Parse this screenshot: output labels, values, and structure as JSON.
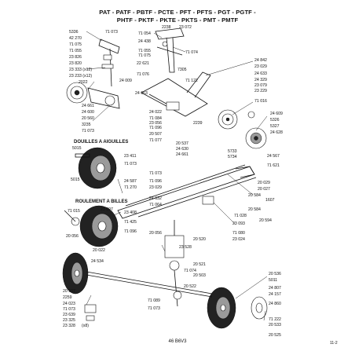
{
  "header": {
    "line1": "PAT - PATF - PBTF - PCTE - PFT - PFTS - PGT - PGTF -",
    "line2": "PHTF - PKTF - PKTE - PKTS - PMT - PMTF"
  },
  "sections": {
    "needle_bushings": "DOUILLES A AIGUILLES",
    "ball_bearing": "ROULEMENT A BILLES"
  },
  "footer": {
    "ref": "46 B6V3",
    "page": "11-2"
  },
  "labels": {
    "l01": "5336",
    "l02": "42 270",
    "l03": "71 075",
    "l04": "71 055",
    "l05": "23 826",
    "l06": "23 820",
    "l07": "23 333 (x12)",
    "l08": "23 233 (x12)",
    "l09": "2022",
    "l10": "24 661",
    "l11": "24 600",
    "l12": "20 560",
    "l13": "3235",
    "l14": "71 073",
    "l15": "71 073",
    "l16": "2238",
    "l17": "23 072",
    "l18": "71 054",
    "l19": "24 438",
    "l20": "71 055",
    "l21": "71 075",
    "l22": "71 074",
    "l23": "22 621",
    "l24": "7305",
    "l25": "24 009",
    "l26": "24 663",
    "l27": "71 076",
    "l28": "71 122",
    "l29": "24 842",
    "l30": "23 029",
    "l31": "24 633",
    "l32": "24 329",
    "l33": "23 079",
    "l34": "23 229",
    "l35": "71 016",
    "l36": "24 022",
    "l37": "71 084",
    "l38": "23 056",
    "l39": "71 096",
    "l40": "20 507",
    "l41": "71 077",
    "l42": "2239",
    "l43": "20 537",
    "l44": "24 630",
    "l45": "24 661",
    "l46": "24 609",
    "l47": "5326",
    "l48": "5327",
    "l49": "24 628",
    "l50": "5733",
    "l51": "5734",
    "l52": "24 567",
    "l53": "71 621",
    "l54": "5015",
    "l55": "5015",
    "l56": "23 411",
    "l57": "71 073",
    "l58": "24 587",
    "l59": "71 270",
    "l60": "71 073",
    "l61": "71 096",
    "l62": "23 029",
    "l63": "24 632",
    "l64": "71 064",
    "l65": "20 029",
    "l66": "20 027",
    "l67": "20 584",
    "l68": "1607",
    "l69": "71 028",
    "l70": "20 594",
    "l71": "23 093",
    "l72": "71 080",
    "l73": "23 024",
    "l74": "20 584",
    "l75": "71 015",
    "l76": "23 097",
    "l77": "23 408",
    "l78": "71 425",
    "l79": "71 096",
    "l80": "20 056",
    "l81": "20 022",
    "l82": "20 056",
    "l83": "20 520",
    "l84": "23 528",
    "l85": "24 534",
    "l86": "20 521",
    "l87": "20 503",
    "l88": "71 074",
    "l89": "20 522",
    "l90": "20 507",
    "l91": "2259",
    "l92": "24 023",
    "l93": "71 073",
    "l94": "23 639",
    "l95": "23 325",
    "l96": "23 328",
    "l97": "(x8)",
    "l98": "71 089",
    "l99": "71 073",
    "l100": "20 536",
    "l101": "5011",
    "l102": "24 807",
    "l103": "24 157",
    "l104": "24 860",
    "l105": "71 222",
    "l106": "20 533",
    "l107": "20 525"
  }
}
